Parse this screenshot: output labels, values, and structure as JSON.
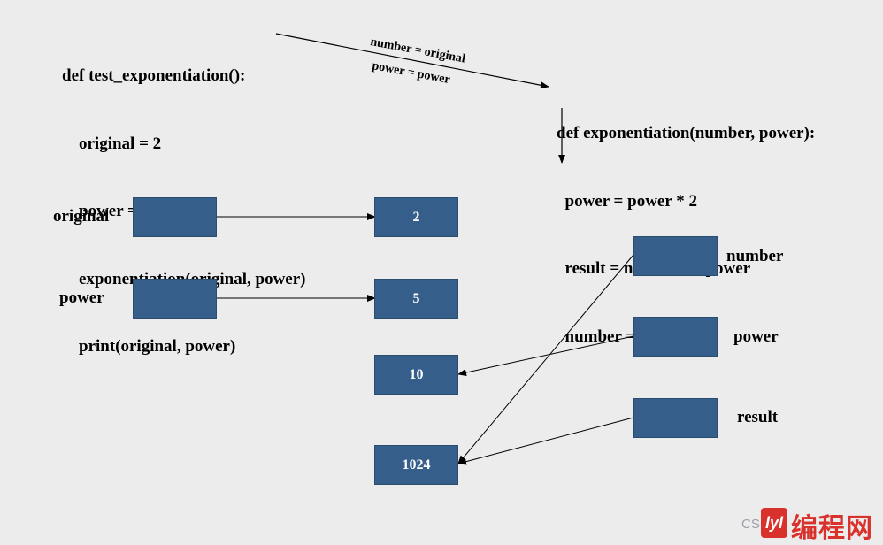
{
  "caller_code": {
    "lines": [
      "def test_exponentiation():",
      "    original = 2",
      "    power = 5",
      "    exponentiation(original, power)",
      "    print(original, power)"
    ]
  },
  "callee_code": {
    "lines": [
      "def exponentiation(number, power):",
      "  power = power * 2",
      "  result = number ** power",
      "  number = result"
    ]
  },
  "call_arrow": {
    "labels": [
      "number = original",
      "power = power"
    ]
  },
  "left_variables": [
    {
      "name": "original"
    },
    {
      "name": "power"
    }
  ],
  "values": [
    {
      "value": "2"
    },
    {
      "value": "5"
    },
    {
      "value": "10"
    },
    {
      "value": "1024"
    }
  ],
  "right_variables": [
    {
      "name": "number"
    },
    {
      "name": "power"
    },
    {
      "name": "result"
    }
  ],
  "colors": {
    "box_fill": "#355f8a",
    "background": "#ececec",
    "watermark": "#d9312b"
  },
  "watermark": {
    "prefix": "CS",
    "logo_text": "lyl",
    "site": "编程网"
  }
}
